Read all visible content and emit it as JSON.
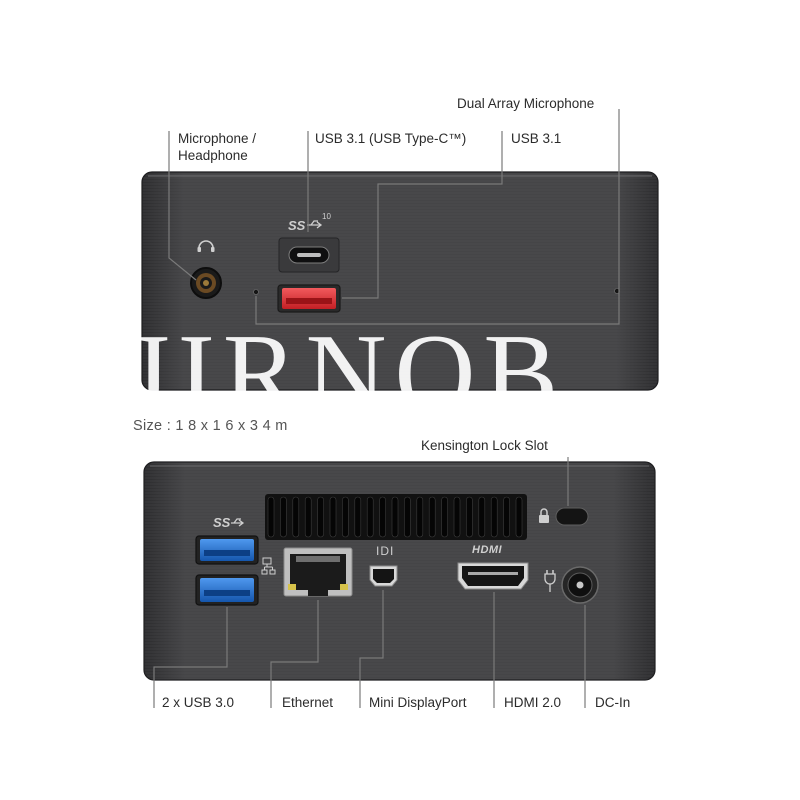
{
  "labels": {
    "dual_array_microphone": "Dual Array Microphone",
    "microphone_headphone": "Microphone /\nHeadphone",
    "usb31_type_c": "USB 3.1 (USB Type-C™)",
    "usb31": "USB 3.1",
    "kensington_lock_slot": "Kensington Lock Slot",
    "usb30_x2": "2 x USB 3.0",
    "ethernet": "Ethernet",
    "mini_displayport": "Mini DisplayPort",
    "hdmi20": "HDMI 2.0",
    "dc_in": "DC-In"
  },
  "size_text": "Size : 1 8 x 1 6 x 3 4 m",
  "watermark": "JIRNOB",
  "port_markings": {
    "superspeed_10": "SS",
    "superspeed_10_sup": "10",
    "superspeed": "SS",
    "hdmi_logo": "HDMI",
    "displayport_logo": "IDI"
  },
  "colors": {
    "case_dark": "#2f2f31",
    "case_light": "#4a4a4c",
    "usb_red": "#e8383b",
    "usb_blue": "#1f6fd0",
    "leader_line": "#7a7a7a"
  }
}
